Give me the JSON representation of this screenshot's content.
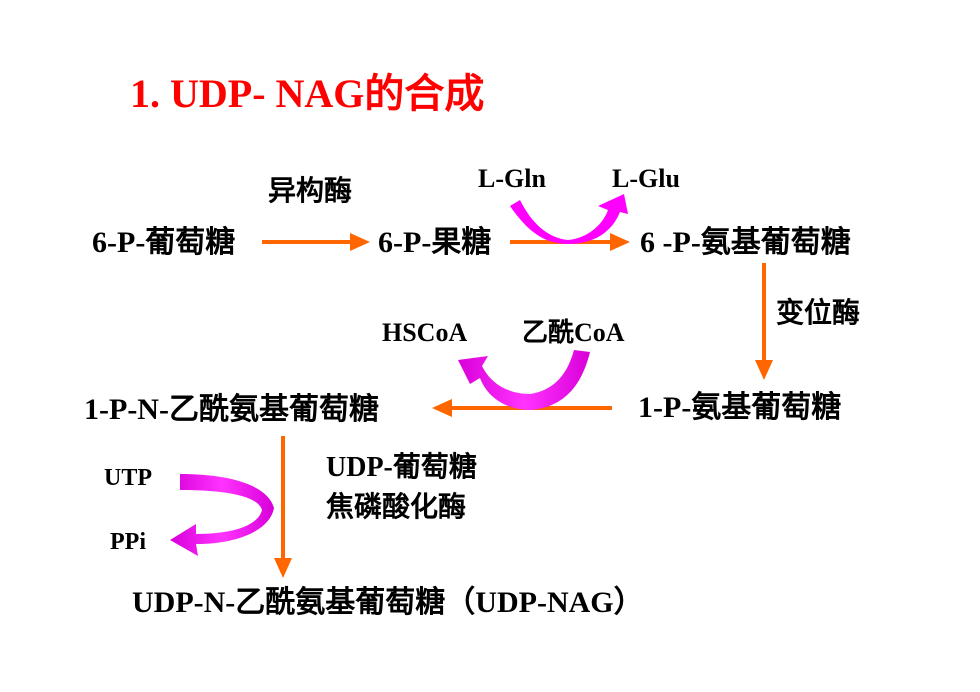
{
  "title": "1. UDP- NAG的合成",
  "colors": {
    "title": "#ff0000",
    "arrow": "#ff6600",
    "cofactor_arrow": "#ff00ff",
    "text": "#000000"
  },
  "nodes": {
    "g6p": "6-P-葡萄糖",
    "f6p": "6-P-果糖",
    "glcn6p": "6 -P-氨基葡萄糖",
    "glcn1p": "1-P-氨基葡萄糖",
    "glcnac1p": "1-P-N-乙酰氨基葡萄糖",
    "udpnag": "UDP-N-乙酰氨基葡萄糖（UDP-NAG）"
  },
  "enzymes": {
    "isomerase": "异构酶",
    "mutase": "变位酶",
    "pyrophosphorylase_line1": "UDP-葡萄糖",
    "pyrophosphorylase_line2": "焦磷酸化酶"
  },
  "cofactors": {
    "lgln": "L-Gln",
    "lglu": "L-Glu",
    "hscoa": "HSCoA",
    "acetylcoa": "乙酰CoA",
    "utp": "UTP",
    "ppi": "PPi"
  }
}
